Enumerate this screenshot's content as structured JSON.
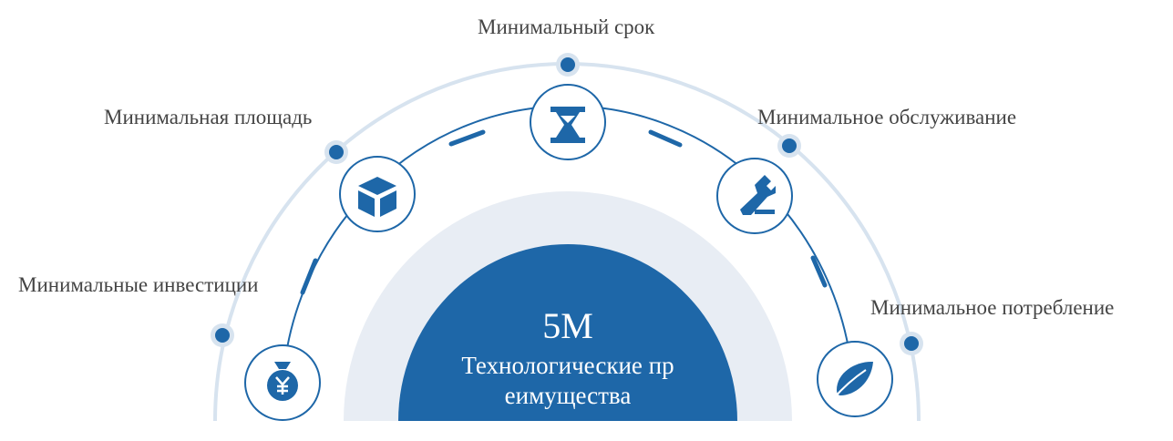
{
  "center": {
    "title": "5M",
    "subtitle_line1": "Технологические пр",
    "subtitle_line2": "еимущества"
  },
  "labels": {
    "investment": "Минимальные инвестиции",
    "area": "Минимальная площадь",
    "time": "Минимальный срок",
    "maintenance": "Минимальное обслуживание",
    "consumption": "Минимальное потребление"
  },
  "icons": {
    "investment": "money-bag-yen-icon",
    "area": "cube-box-icon",
    "time": "hourglass-icon",
    "maintenance": "wrench-icon",
    "consumption": "leaf-icon"
  },
  "colors": {
    "primary": "#1e67a8",
    "light_arc": "#d7e3ef",
    "inner_bg": "#e8edf4",
    "text": "#444444"
  }
}
